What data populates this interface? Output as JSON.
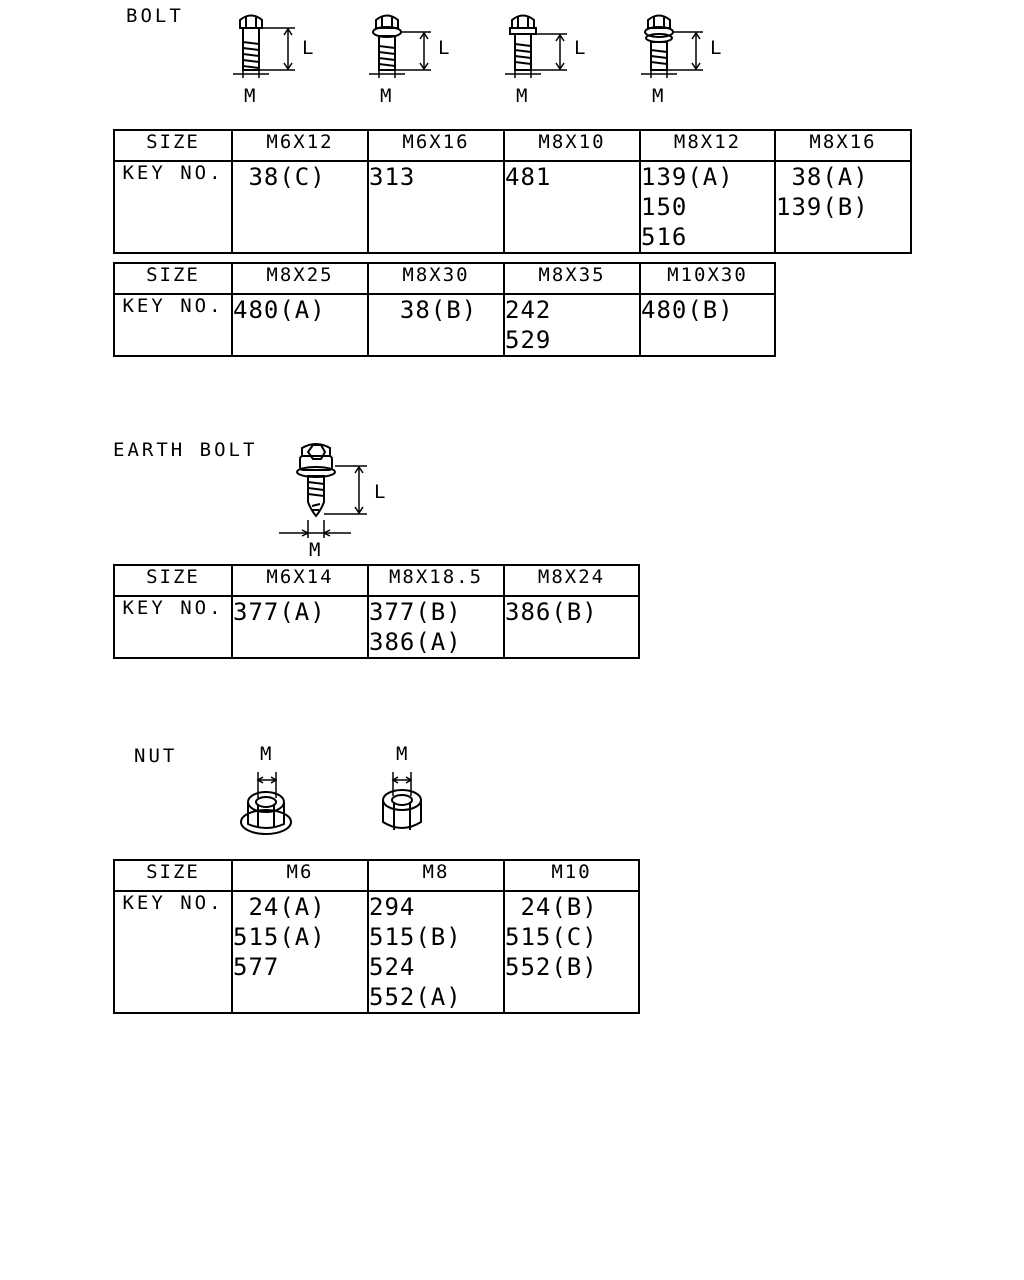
{
  "bolt": {
    "title": "BOLT",
    "dim_L": "L",
    "dim_M": "M",
    "table1": {
      "size_label": "SIZE",
      "key_label": "KEY NO.",
      "sizes": [
        "M6X12",
        "M6X16",
        "M8X10",
        "M8X12",
        "M8X16"
      ],
      "keys": [
        [
          " 38(C)"
        ],
        [
          "313"
        ],
        [
          "481"
        ],
        [
          "139(A)",
          "150",
          "516"
        ],
        [
          " 38(A)",
          "139(B)"
        ]
      ]
    },
    "table2": {
      "size_label": "SIZE",
      "key_label": "KEY NO.",
      "sizes": [
        "M8X25",
        "M8X30",
        "M8X35",
        "M10X30"
      ],
      "keys": [
        [
          "480(A)"
        ],
        [
          "  38(B)"
        ],
        [
          "242",
          "529"
        ],
        [
          "480(B)"
        ]
      ]
    }
  },
  "earth_bolt": {
    "title": "EARTH BOLT",
    "dim_L": "L",
    "dim_M": "M",
    "table": {
      "size_label": "SIZE",
      "key_label": "KEY NO.",
      "sizes": [
        "M6X14",
        "M8X18.5",
        "M8X24"
      ],
      "keys": [
        [
          "377(A)"
        ],
        [
          "377(B)",
          "386(A)"
        ],
        [
          "386(B)"
        ]
      ]
    }
  },
  "nut": {
    "title": "NUT",
    "dim_M": "M",
    "table": {
      "size_label": "SIZE",
      "key_label": "KEY NO.",
      "sizes": [
        "M6",
        "M8",
        "M10"
      ],
      "keys": [
        [
          " 24(A)",
          "515(A)",
          "577"
        ],
        [
          "294",
          "515(B)",
          "524",
          "552(A)"
        ],
        [
          " 24(B)",
          "515(C)",
          "552(B)"
        ]
      ]
    }
  }
}
